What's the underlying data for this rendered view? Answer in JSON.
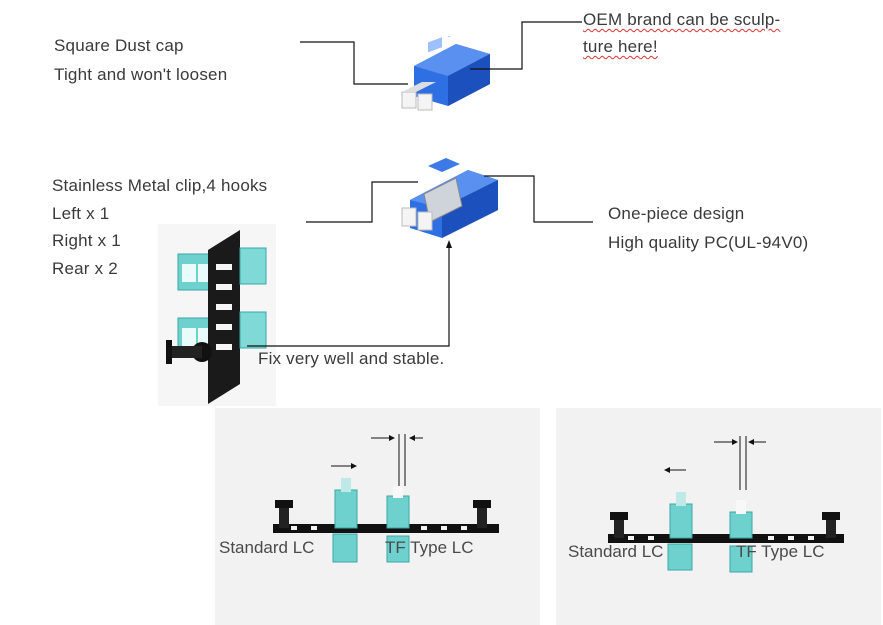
{
  "annotations": {
    "dust_cap": [
      "Square Dust cap",
      "Tight and won't loosen"
    ],
    "oem": [
      "OEM brand can be sculp-",
      "ture here!"
    ],
    "clip": [
      "Stainless Metal clip,4 hooks",
      "Left x 1",
      "Right x 1",
      "Rear x 2"
    ],
    "design": [
      "One-piece design",
      "High quality PC(UL-94V0)"
    ],
    "fix": "Fix  very well and stable."
  },
  "panels": [
    {
      "labels": [
        "Standard LC",
        "TF Type LC"
      ]
    },
    {
      "labels": [
        "Standard LC",
        "TF Type LC"
      ]
    }
  ],
  "colors": {
    "adapter_blue": "#1f5fd6",
    "adapter_aqua": "#5bc7c4",
    "clip_black": "#1a1a1a",
    "panel_bg": "#f2f2f2"
  }
}
